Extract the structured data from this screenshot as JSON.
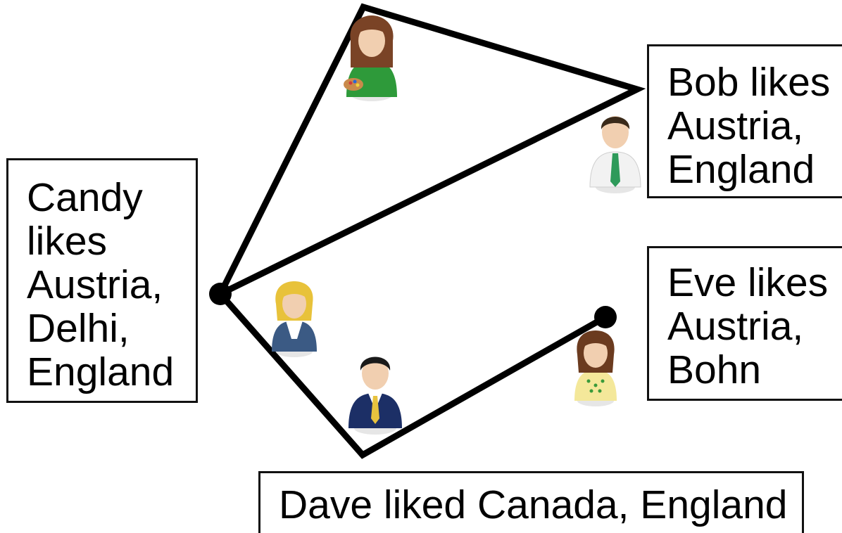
{
  "labels": {
    "candy": [
      "Candy",
      "likes",
      "Austria,",
      "Delhi,",
      "England"
    ],
    "bob": [
      "Bob likes",
      "Austria,",
      "England"
    ],
    "eve": [
      "Eve likes",
      "Austria,",
      "Bohn"
    ],
    "dave": [
      "Dave liked Canada, England"
    ]
  },
  "avatars": [
    {
      "name": "painter-avatar-icon",
      "hair": "#7a4326",
      "shirt": "#2e9a3a"
    },
    {
      "name": "businessman-green-tie-avatar-icon",
      "hair": "#3a2a1a",
      "shirt": "#f2f2f2",
      "tie": "#2e9a5a"
    },
    {
      "name": "blonde-woman-avatar-icon",
      "hair": "#e8c23a",
      "shirt": "#3b5a84"
    },
    {
      "name": "businessman-navy-suit-avatar-icon",
      "hair": "#1a1a1a",
      "shirt": "#1c2f66",
      "tie": "#e7c23e"
    },
    {
      "name": "brunette-woman-avatar-icon",
      "hair": "#6b3b1f",
      "shirt": "#f4e89a"
    }
  ],
  "colors": {
    "line": "#000000",
    "box_border": "#111111",
    "skin": "#f1cfb0"
  }
}
